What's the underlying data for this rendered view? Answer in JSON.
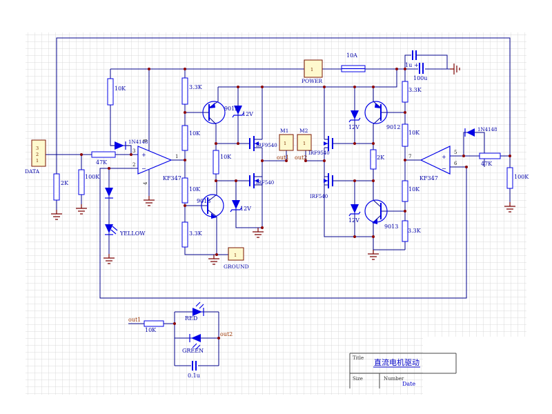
{
  "title_block": {
    "title_label": "Title",
    "title": "直流电机驱动",
    "size_label": "Size",
    "number_label": "Number",
    "date_label": "Date"
  },
  "connectors": {
    "data": {
      "name": "DATA",
      "pin3": "3",
      "pin2": "2",
      "pin1": "1"
    },
    "power": {
      "name": "POWER",
      "pin1": "1"
    },
    "ground": {
      "name": "GROUND",
      "pin1": "1"
    },
    "m1": {
      "name": "M1",
      "pin1": "1"
    },
    "m2": {
      "name": "M2",
      "pin1": "1"
    }
  },
  "nets": {
    "out1": "out1",
    "out2": "out2"
  },
  "parts": {
    "fuse": "10A",
    "cap_1u": "1u",
    "cap_100u_plus": "+",
    "cap_100u": "100u",
    "cap_01u": "0.1u",
    "r_10k": "10K",
    "r_33k": "3.3K",
    "r_2k": "2K",
    "r_47k": "47K",
    "r_100k": "100K",
    "q_9012": "9012",
    "q_9013": "9013",
    "fet_p": "IRF9540",
    "fet_n": "IRF540",
    "d_4148": "1N4148",
    "zener": "12V",
    "opamp": "KF347",
    "led_yellow": "YELLOW",
    "led_red": "RED",
    "led_green": "GREEN"
  },
  "pins": {
    "p1": "1",
    "p2": "2",
    "p3": "3",
    "p4": "4",
    "p5": "5",
    "p6": "6",
    "p7": "7",
    "p8": "8"
  },
  "colors": {
    "wire": "#00008B",
    "component": "#0000E6",
    "junction": "#8B0000",
    "connector_fill": "#FEF9CE",
    "connector_border": "#7B1500",
    "grid": "#D9D9D9",
    "net_label": "#993300"
  }
}
